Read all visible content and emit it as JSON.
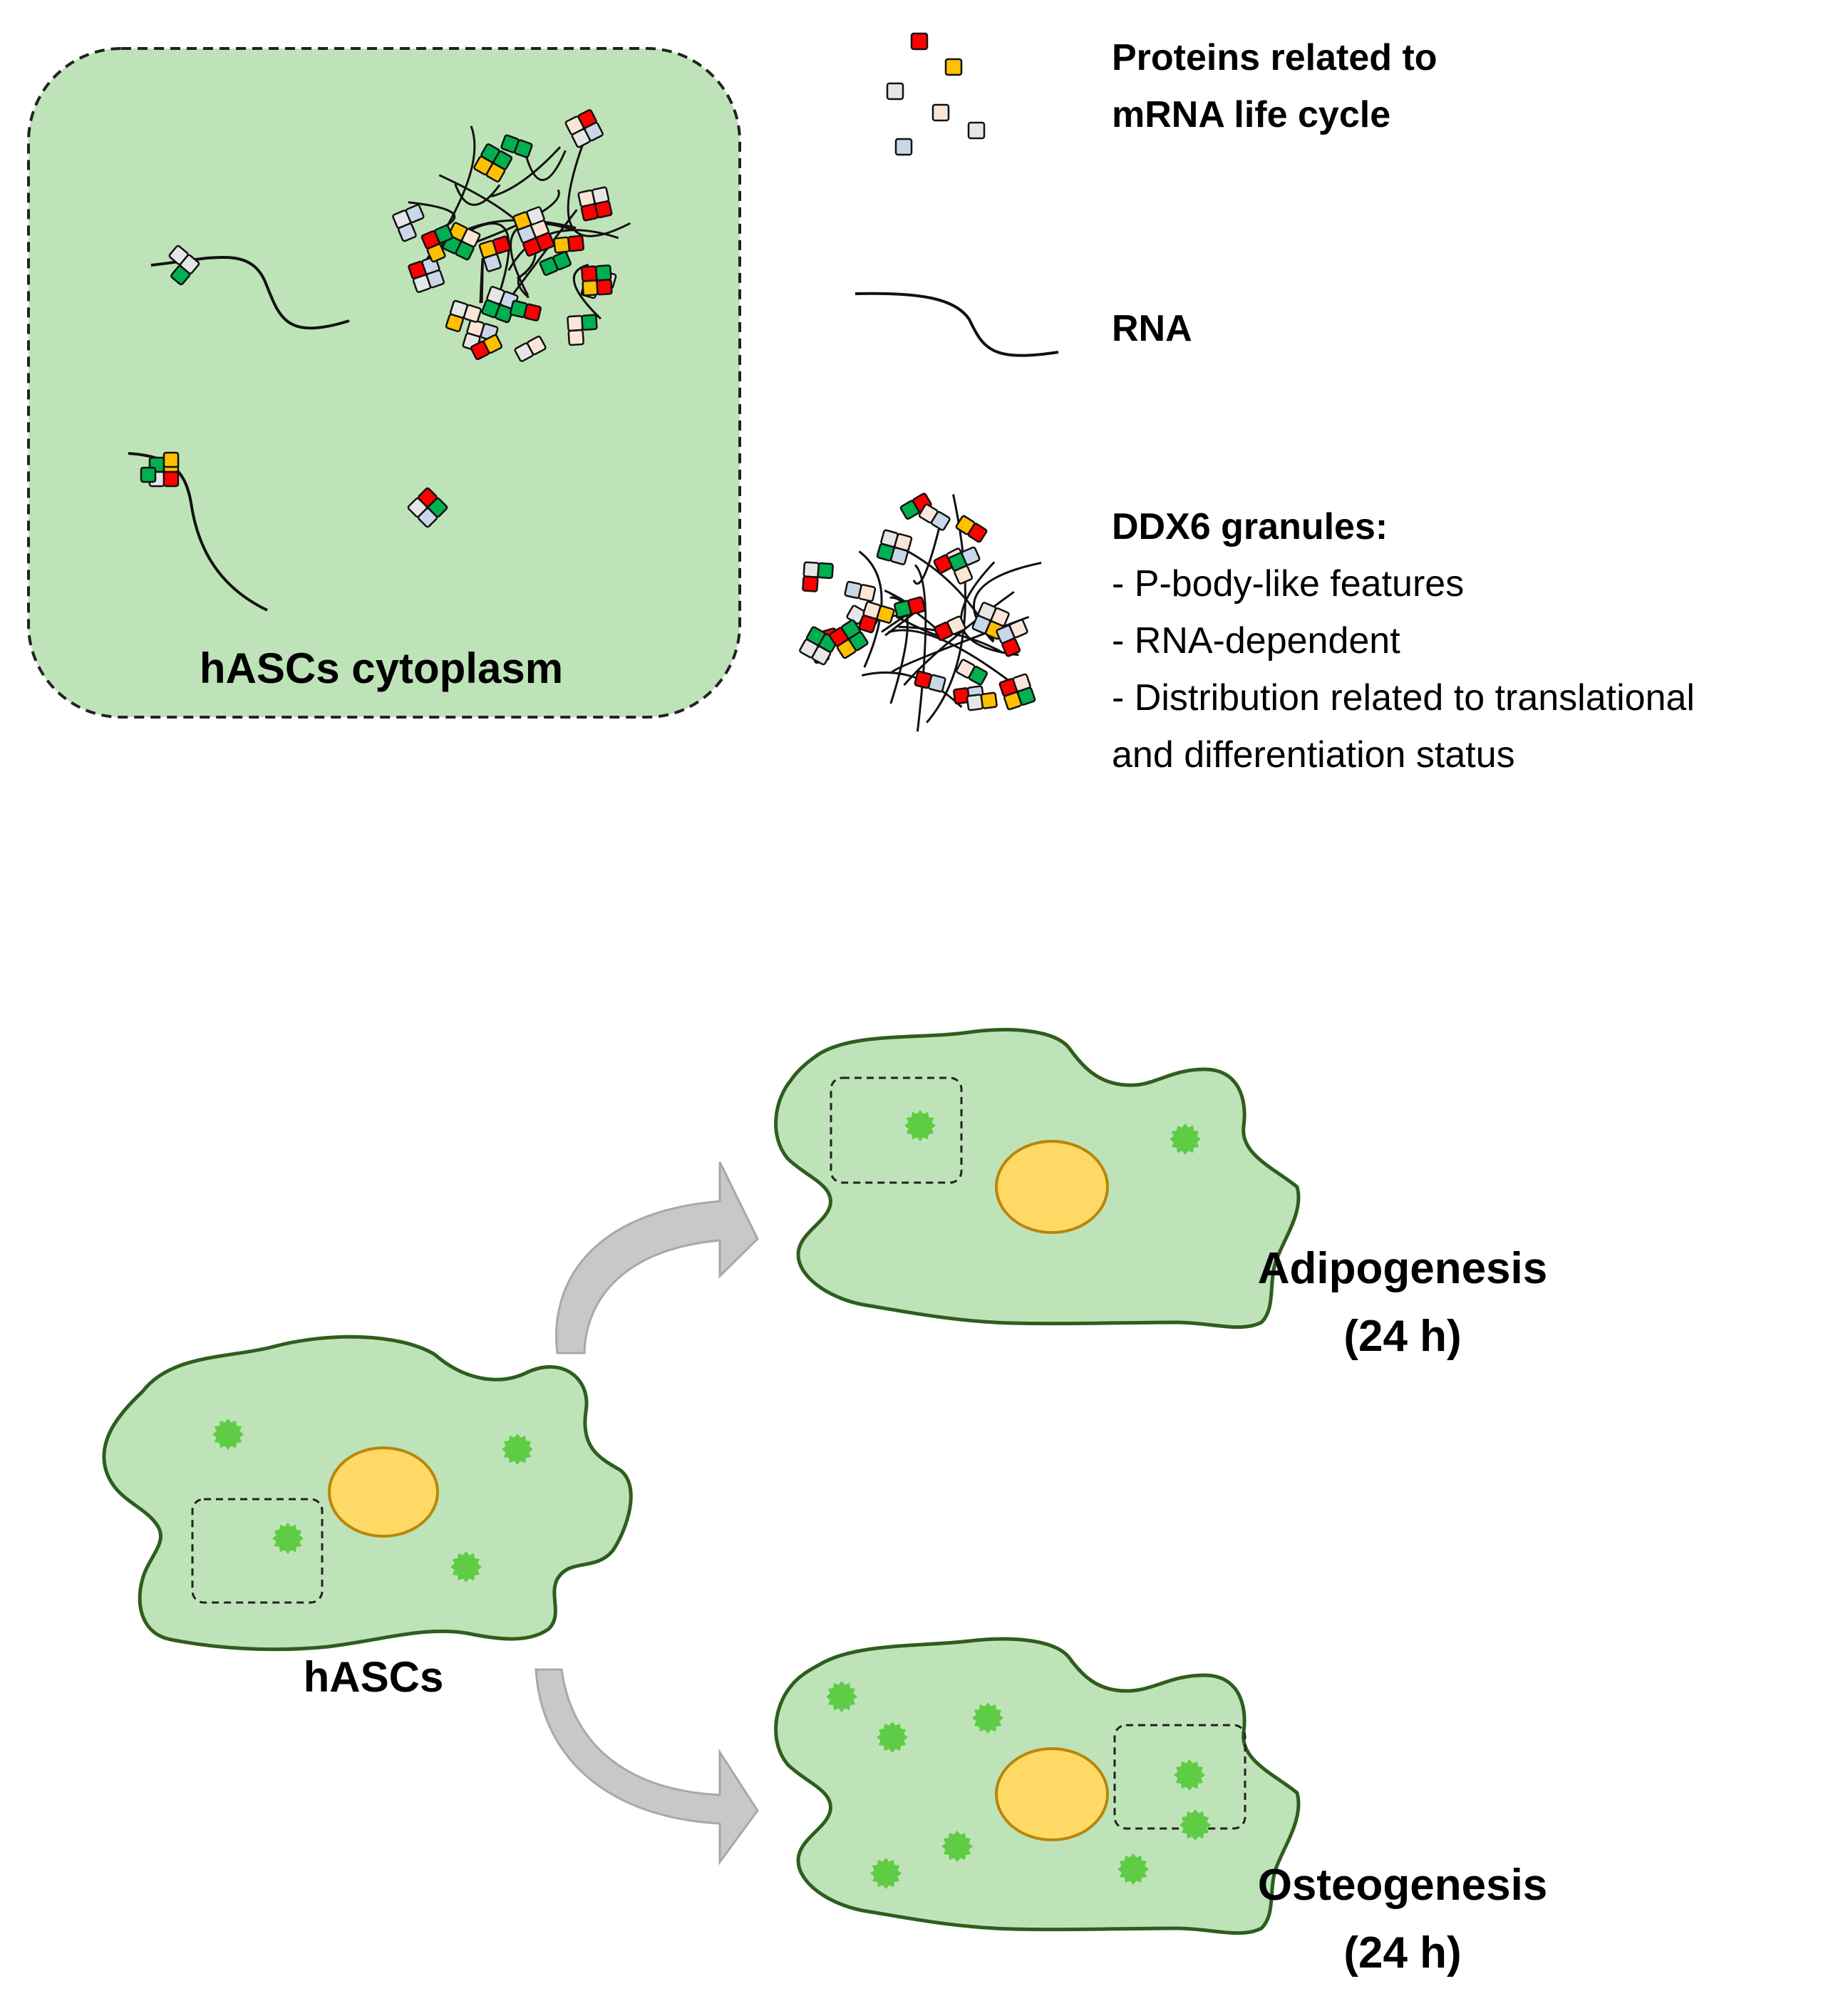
{
  "legend": {
    "proteins_line1": "Proteins related to",
    "proteins_line2": "mRNA life cycle",
    "rna": "RNA",
    "granules_title": "DDX6 granules:",
    "granules_items": [
      "- P-body-like features",
      "- RNA-dependent",
      "- Distribution related to translational",
      "and differentiation status"
    ]
  },
  "panel": {
    "label": "hASCs cytoplasm"
  },
  "cells": {
    "source": "hASCs",
    "adipo_line1": "Adipogenesis",
    "adipo_line2": "(24 h)",
    "osteo_line1": "Osteogenesis",
    "osteo_line2": "(24 h)"
  },
  "colors": {
    "cytoplasm": "#bfe3b8",
    "cell_fill": "#bfe3b8",
    "cell_outline": "#2e5e1e",
    "nucleus_fill": "#ffd966",
    "nucleus_outline": "#b8860b",
    "granule": "#5fcc45",
    "arrow": "#c8c8c8",
    "protein_red": "#ff0000",
    "protein_yellow": "#ffc000",
    "protein_green": "#00b050",
    "protein_peach": "#fbe5d6",
    "protein_gray": "#e6e6e6",
    "protein_blue": "#c9d7e8"
  },
  "icons": [
    "protein-square",
    "rna-strand",
    "ddx6-granule",
    "cell",
    "nucleus",
    "curved-arrow"
  ]
}
